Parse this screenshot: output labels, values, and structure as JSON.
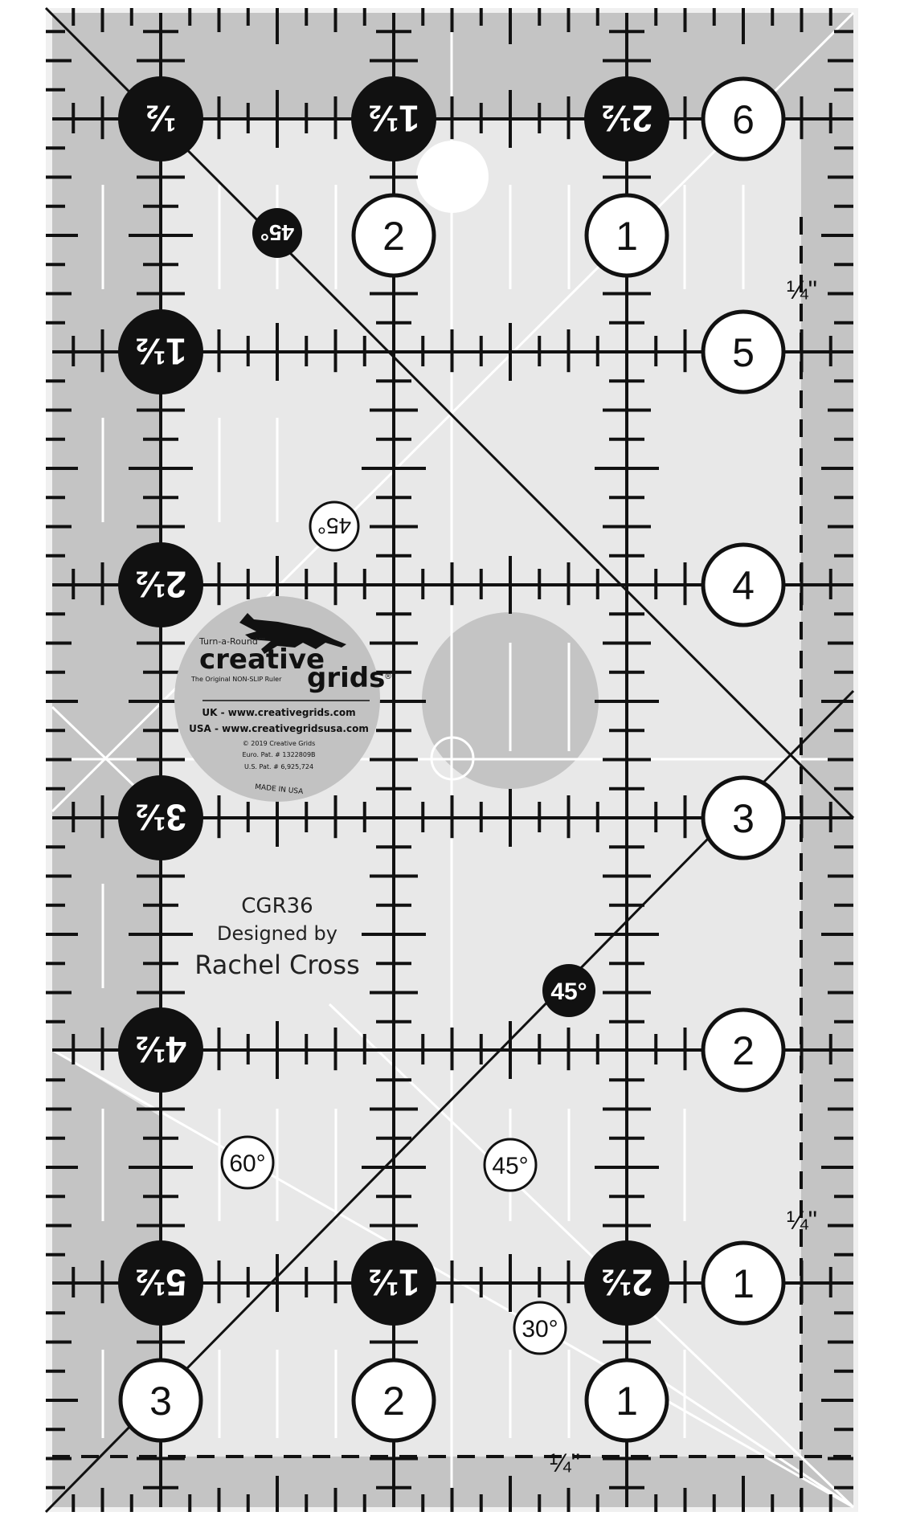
{
  "product": {
    "type": "quilting ruler",
    "model": "CGR36",
    "designer_line1": "Designed by",
    "designer_line2": "Rachel Cross"
  },
  "colors": {
    "background": "#ffffff",
    "ruler_light": "#e8e8e8",
    "ruler_band": "#c4c4c4",
    "ruler_edge": "#f2f2f2",
    "ink": "#111111",
    "logo_disc": "#c2c2c2"
  },
  "logo": {
    "tagline_top": "Turn-a-Round™",
    "brand_word1": "creative",
    "brand_word2": "grids",
    "registered": "®",
    "subtitle": "The Original NON-SLIP Ruler",
    "uk_url": "UK - www.creativegrids.com",
    "usa_url": "USA - www.creativegridsusa.com",
    "copyright": "© 2019  Creative Grids",
    "euro_patent": "Euro. Pat. # 1322809B",
    "us_patent": "U.S. Pat. # 6,925,724",
    "made_in": "MADE IN USA",
    "mascot_icon": "leaping-fox-icon"
  },
  "black_circle_labels": {
    "top_row": [
      "½",
      "1½",
      "2½"
    ],
    "left_column": [
      "½",
      "1½",
      "2½",
      "3½",
      "4½",
      "5½"
    ],
    "bottom_row": [
      "1½",
      "2½"
    ]
  },
  "white_circle_labels": {
    "right_column": [
      "6",
      "5",
      "4",
      "3",
      "2",
      "1"
    ],
    "second_row": [
      "2",
      "1"
    ],
    "bottom_row": [
      "3",
      "2",
      "1"
    ]
  },
  "angle_markers": {
    "black_45_top": "45°",
    "outline_45_upper": "45°",
    "black_45_lower": "45°",
    "outline_60": "60°",
    "outline_45_lower": "45°",
    "outline_30": "30°"
  },
  "seam_labels": {
    "right_upper": "¼\"",
    "right_lower": "¼\"",
    "bottom": "¼\""
  }
}
